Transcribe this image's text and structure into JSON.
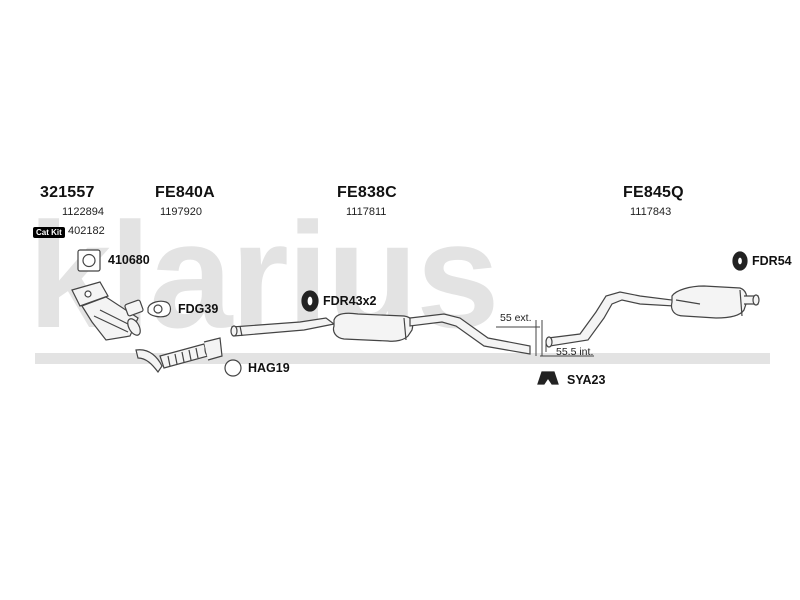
{
  "watermark": "klarius",
  "colors": {
    "watermark": "#e3e3e3",
    "stroke": "#444444",
    "part_fill": "#f4f4f4"
  },
  "groups": [
    {
      "code": "321557",
      "ref": "1122894"
    },
    {
      "code": "FE840A",
      "ref": "1197920"
    },
    {
      "code": "FE838C",
      "ref": "1117811"
    },
    {
      "code": "FE845Q",
      "ref": "1117843"
    }
  ],
  "cat_kit": {
    "badge": "Cat Kit",
    "ref": "402182"
  },
  "parts": [
    {
      "code": "410680",
      "icon": "gasket-square-icon"
    },
    {
      "code": "FDG39",
      "icon": "gasket-flange-icon"
    },
    {
      "code": "FDR43x2",
      "icon": "rubber-hanger-icon"
    },
    {
      "code": "HAG19",
      "icon": "ring-clamp-icon"
    },
    {
      "code": "SYA23",
      "icon": "mounting-bracket-icon"
    },
    {
      "code": "FDR54",
      "icon": "rubber-hanger-icon"
    }
  ],
  "notes": {
    "ext": "55 ext.",
    "int": "55.5 int."
  }
}
